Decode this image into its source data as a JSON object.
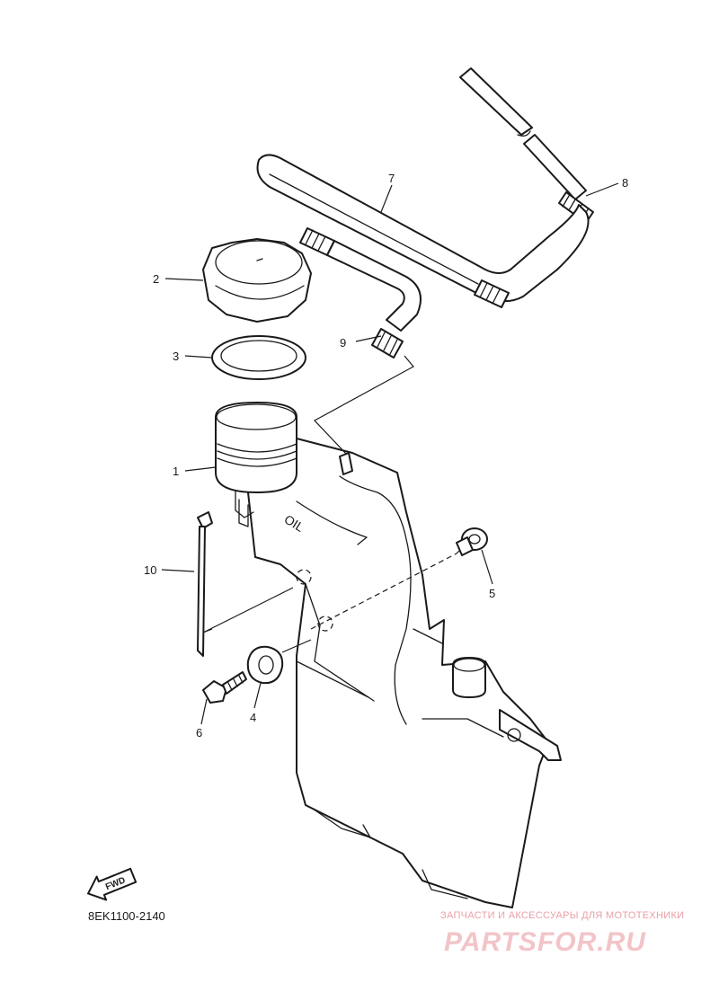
{
  "diagram": {
    "callouts": [
      "1",
      "2",
      "3",
      "4",
      "5",
      "6",
      "7",
      "8",
      "9",
      "10"
    ],
    "tank_marking": "OIL",
    "direction_label": "FWD",
    "drawing_code": "8EK1100-2140"
  },
  "watermark": {
    "tagline": "ЗАПЧАСТИ И АКСЕССУАРЫ ДЛЯ МОТОТЕХНИКИ",
    "brand": "PARTSFOR.RU",
    "color": "#e8a0a8"
  }
}
